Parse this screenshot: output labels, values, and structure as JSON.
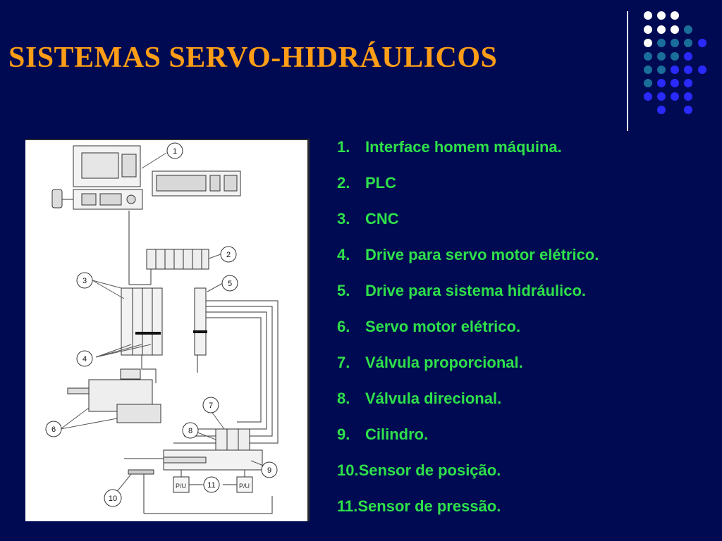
{
  "slide": {
    "title": "SISTEMAS SERVO-HIDRÁULICOS"
  },
  "list": [
    {
      "num": "1.",
      "text": "Interface homem máquina."
    },
    {
      "num": "2.",
      "text": "PLC"
    },
    {
      "num": "3.",
      "text": "CNC"
    },
    {
      "num": "4.",
      "text": "Drive para servo motor elétrico."
    },
    {
      "num": "5.",
      "text": "Drive para sistema hidráulico."
    },
    {
      "num": "6.",
      "text": "Servo motor elétrico."
    },
    {
      "num": "7.",
      "text": "Válvula proporcional."
    },
    {
      "num": "8.",
      "text": "Válvula direcional."
    },
    {
      "num": "9.",
      "text": "Cilindro."
    },
    {
      "num": "10.",
      "text": "Sensor de posição."
    },
    {
      "num": "11.",
      "text": "Sensor de pressão."
    }
  ],
  "diagram": {
    "callouts": [
      "1",
      "2",
      "3",
      "4",
      "5",
      "6",
      "7",
      "8",
      "9",
      "10",
      "11"
    ],
    "sensor_label_pu": "P/U"
  },
  "colors": {
    "background": "#000a52",
    "title": "#ff9e16",
    "list_text": "#2ee04a",
    "dot_white": "#ffffff",
    "dot_teal": "#1a6e9a",
    "dot_blue": "#2a2aff"
  }
}
